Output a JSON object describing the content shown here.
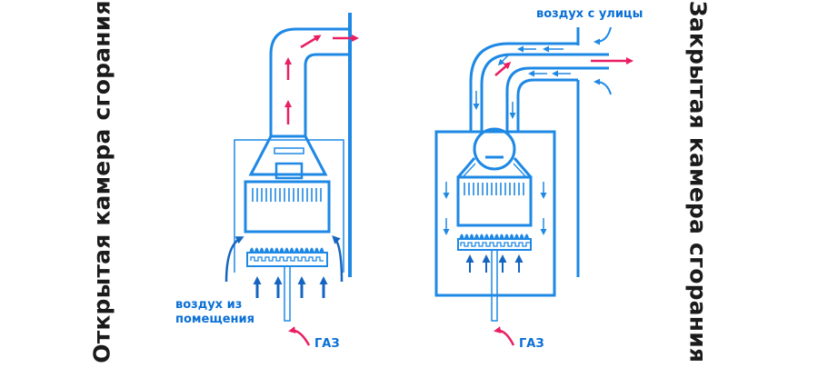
{
  "titles": {
    "left": "Открытая камера сгорания",
    "right": "Закрытая камера сгорания"
  },
  "labels": {
    "room_air_line1": "воздух из",
    "room_air_line2": "помещения",
    "gas_left": "ГАЗ",
    "gas_right": "ГАЗ",
    "outside_air": "воздух с улицы"
  },
  "colors": {
    "pipe": "#1e88e5",
    "arrow_flue": "#e91e63",
    "arrow_air": "#1565c0",
    "text_title": "#1b1b1b",
    "text_label": "#0a6fd6"
  }
}
